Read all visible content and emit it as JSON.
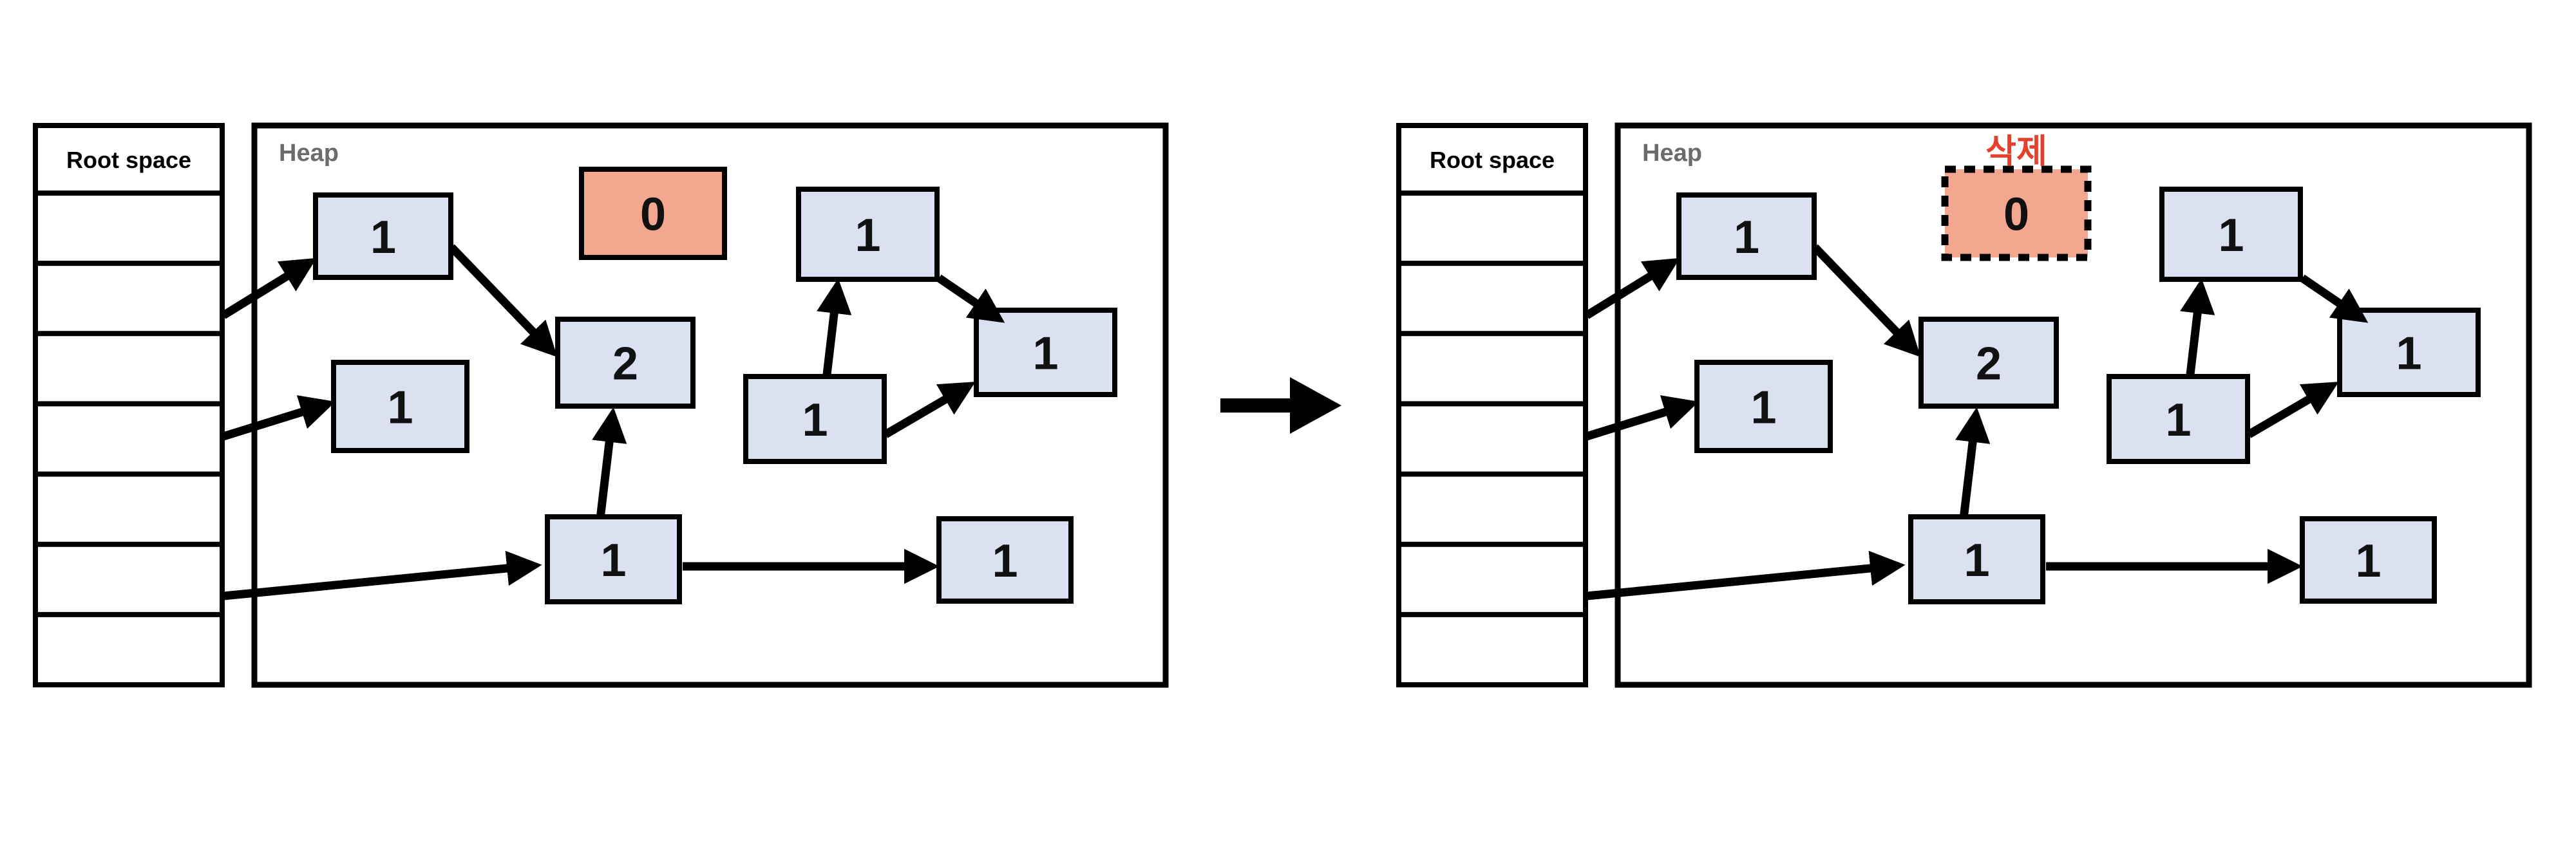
{
  "colors": {
    "background": "#ffffff",
    "outline": "#000000",
    "node_fill": "#dbe1f1",
    "freed_node_fill": "#f3a78f",
    "node_text": "#111111",
    "heap_label_color": "#6b6b6b",
    "root_label_color": "#000000",
    "delete_label_color": "#e5402c"
  },
  "transition": {
    "type": "arrow",
    "direction": "right"
  },
  "panels": [
    {
      "root_space": {
        "label": "Root space",
        "slot_count": 7
      },
      "heap": {
        "label": "Heap"
      },
      "nodes": [
        {
          "id": "a",
          "value": "1"
        },
        {
          "id": "b",
          "value": "0",
          "freed": true,
          "border": "solid"
        },
        {
          "id": "c",
          "value": "1"
        },
        {
          "id": "d",
          "value": "2"
        },
        {
          "id": "e",
          "value": "1"
        },
        {
          "id": "f",
          "value": "1"
        },
        {
          "id": "g",
          "value": "1"
        },
        {
          "id": "h",
          "value": "1"
        },
        {
          "id": "i",
          "value": "1"
        }
      ],
      "references": [
        {
          "from": "root-slot-2",
          "to": "a"
        },
        {
          "from": "root-slot-4",
          "to": "e"
        },
        {
          "from": "root-slot-6",
          "to": "h"
        },
        {
          "from": "a",
          "to": "d"
        },
        {
          "from": "h",
          "to": "d"
        },
        {
          "from": "h",
          "to": "i"
        },
        {
          "from": "f",
          "to": "c"
        },
        {
          "from": "c",
          "to": "g"
        },
        {
          "from": "f",
          "to": "g"
        }
      ]
    },
    {
      "root_space": {
        "label": "Root space",
        "slot_count": 7
      },
      "heap": {
        "label": "Heap"
      },
      "delete_annotation": "삭제",
      "nodes": [
        {
          "id": "a",
          "value": "1"
        },
        {
          "id": "b",
          "value": "0",
          "freed": true,
          "border": "dashed"
        },
        {
          "id": "c",
          "value": "1"
        },
        {
          "id": "d",
          "value": "2"
        },
        {
          "id": "e",
          "value": "1"
        },
        {
          "id": "f",
          "value": "1"
        },
        {
          "id": "g",
          "value": "1"
        },
        {
          "id": "h",
          "value": "1"
        },
        {
          "id": "i",
          "value": "1"
        }
      ],
      "references": [
        {
          "from": "root-slot-2",
          "to": "a"
        },
        {
          "from": "root-slot-4",
          "to": "e"
        },
        {
          "from": "root-slot-6",
          "to": "h"
        },
        {
          "from": "a",
          "to": "d"
        },
        {
          "from": "h",
          "to": "d"
        },
        {
          "from": "h",
          "to": "i"
        },
        {
          "from": "f",
          "to": "c"
        },
        {
          "from": "c",
          "to": "g"
        },
        {
          "from": "f",
          "to": "g"
        }
      ]
    }
  ]
}
